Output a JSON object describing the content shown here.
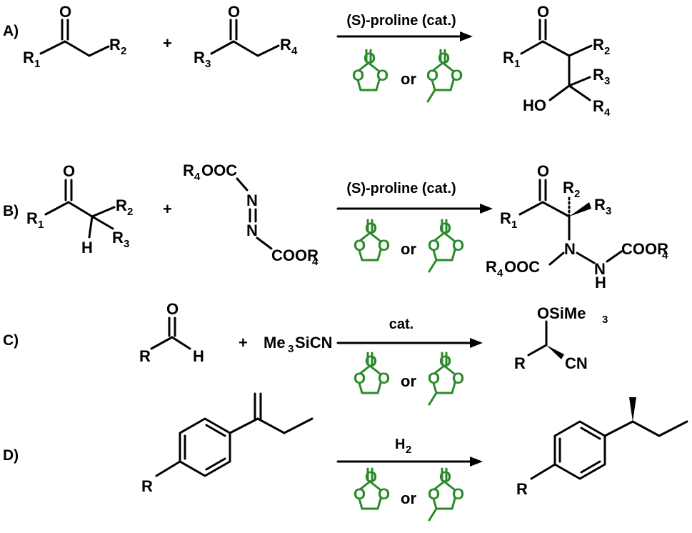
{
  "reactions": [
    {
      "label": "A)",
      "reactant1": {
        "o": "O",
        "r1": "R",
        "r1_sub": "1",
        "r2": "R",
        "r2_sub": "2"
      },
      "plus": "+",
      "reactant2": {
        "o": "O",
        "r3": "R",
        "r3_sub": "3",
        "r4": "R",
        "r4_sub": "4"
      },
      "condition": "(S)-proline (cat.)",
      "solvent_or": "or",
      "product": {
        "o": "O",
        "r1": "R",
        "r1_sub": "1",
        "r2": "R",
        "r2_sub": "2",
        "r3": "R",
        "r3_sub": "3",
        "r4": "R",
        "r4_sub": "4",
        "ho": "HO"
      }
    },
    {
      "label": "B)",
      "reactant1": {
        "o": "O",
        "r1": "R",
        "r1_sub": "1",
        "r2": "R",
        "r2_sub": "2",
        "r3": "R",
        "r3_sub": "3",
        "h": "H"
      },
      "plus": "+",
      "reactant2": {
        "top": "R",
        "top_sub": "4",
        "top_tail": "OOC",
        "n": "N",
        "bottom": "COOR",
        "bottom_sub": "4"
      },
      "condition": "(S)-proline (cat.)",
      "solvent_or": "or",
      "product": {
        "o": "O",
        "r1": "R",
        "r1_sub": "1",
        "r2": "R",
        "r2_sub": "2",
        "r3": "R",
        "r3_sub": "3",
        "n": "N",
        "h": "H",
        "left": "R",
        "left_sub": "4",
        "left_tail": "OOC",
        "right": "COOR",
        "right_sub": "4"
      }
    },
    {
      "label": "C)",
      "reactant1": {
        "o": "O",
        "r": "R",
        "h": "H"
      },
      "plus": "+",
      "reactant2": {
        "me": "Me",
        "me_sub": "3",
        "tail": "SiCN"
      },
      "condition": "cat.",
      "solvent_or": "or",
      "product": {
        "head": "OSiMe",
        "head_sub": "3",
        "r": "R",
        "cn": "CN"
      }
    },
    {
      "label": "D)",
      "reactant1": {
        "r": "R"
      },
      "condition": "H",
      "condition_sub": "2",
      "solvent_or": "or",
      "product": {
        "r": "R"
      }
    }
  ],
  "carbonate": {
    "o": "O"
  },
  "colors": {
    "ink": "#000000",
    "solvent": "#2a8a2a"
  }
}
